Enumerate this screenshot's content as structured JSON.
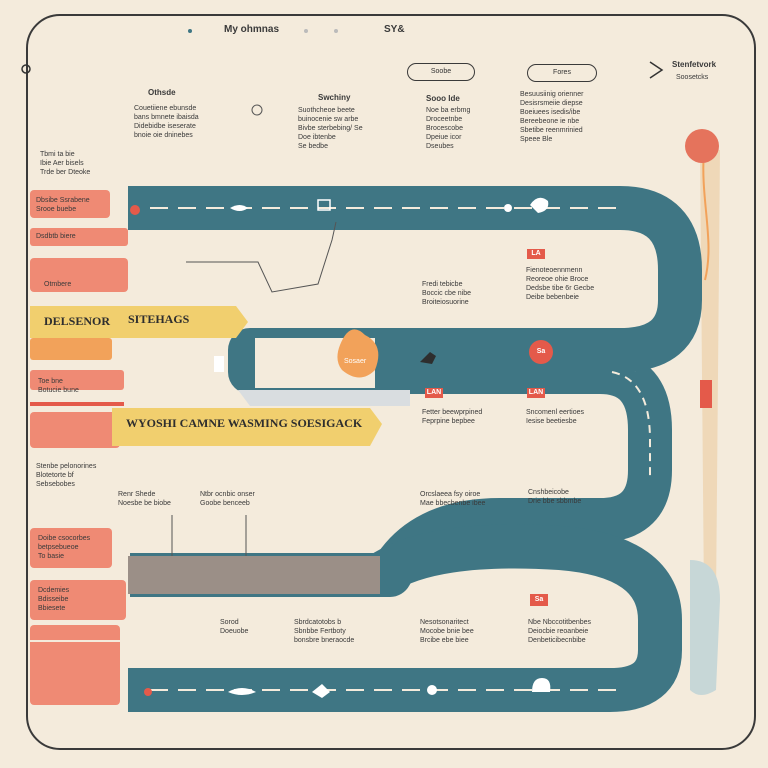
{
  "header": {
    "title": "My ohmnas",
    "version": "SY&",
    "top_right_title": "Stenfetvork",
    "top_right_sub": "Soosetcks"
  },
  "pills": [
    "Soobe",
    "Fores"
  ],
  "notes": {
    "col1_head": "Othsde",
    "col1_body": "Couetiiene ebunsde\nbans bmnete ibaisda\nDidebidbe iseserate\nbnoie oie dninebes",
    "col2_head": "Swchiny",
    "col2_body": "Suothcheoe beete\nbuinocenie sw arbe\nBivbe sterbebing/ Se\nDoe ibtenbe\nSe bedbe",
    "col3_head": "Sooo Ide",
    "col3_body": "Noe ba erbmg\nDroceetnbe\nBrocescobe\nDpeiue icor\nDseubes",
    "col4_body": "Besuusiinig orienner\nDesisrsmeiie diepse\nBoeiuees isedis/ibe\nBereebeone ie nbe\nSbetibe reenmrinied\nSpeee Ble",
    "left_top": "Tbmi ta bie\nIbie Aer bisels\nTrde ber Dteoke",
    "mid_a": "Fredi tebicbe\nBoccic cbe nibe\nBroiteiosuorine",
    "right_a": "Fienoteoennmenn\nReoreoe ohie Broce\nDedsbe tibe 6r Gecbe\nDeibe bebenbeie",
    "mid_b": "Fetter beewprpined\nFeprpine bepbee",
    "right_b": "Sncomenl eertioes\nIesise beetiesbe",
    "left_b": "Toe bne\nBotucie bune",
    "left_c": "Stenbe pelonorines\nBlotetorte bf\nSebsebobes",
    "row_a1": "Renr Shede\nNoesbe be biobe",
    "row_a2": "Ntbr ocnbic onser\nGoobe benceeb",
    "row_a3": "Orcslaeea fsy oiroe\nMae bbecbenbe ibee",
    "row_a4": "Cnshbeicobe\nDrie bbe sbbmbe",
    "bot_1": "Sorod\nDoeuobe",
    "bot_2": "Sbrdcatotobs b\nSbnbbe Fertboty\nbonsbre bneraocde",
    "bot_3": "Nesotsonaritect\nMocobe bnie bee\nBrcibe ebe biee",
    "bot_4": "Nbe Nbccotitbenbes\nDeiocbie reoanbeie\nDenbeticibecnbibe",
    "left_d": "Dbsibe Ssrabene\nSrooe buebe",
    "left_e": "Doibe csocorbes\nbetpsebueoe\nTo basie",
    "left_f": "Dsdbtb biere",
    "left_g": "Dcdemies\nBdisseibe\nBbiesete",
    "left_h": "Otmbere"
  },
  "banners": {
    "b1_left": "DELSENOR",
    "b1_right": "SITEHAGS",
    "b2": "WYOSHI CAMNE WASMING SOESIGACK"
  },
  "badges": [
    "LA",
    "Sa",
    "LAN",
    "LAN",
    "Sa"
  ],
  "nodes": [
    "Sosaer"
  ],
  "colors": {
    "background": "#f4ebdc",
    "track": "#3f7684",
    "coral": "#ef8a74",
    "orange": "#f2a25a",
    "yellow": "#f1cf6e",
    "red": "#e45a4a",
    "grey": "#9b8f87",
    "beige": "#efd8b8"
  },
  "icons": [
    "pin-icon",
    "runner-icon",
    "person-icon",
    "bird-icon",
    "bulb-icon",
    "lock-icon",
    "arrow-icon"
  ]
}
